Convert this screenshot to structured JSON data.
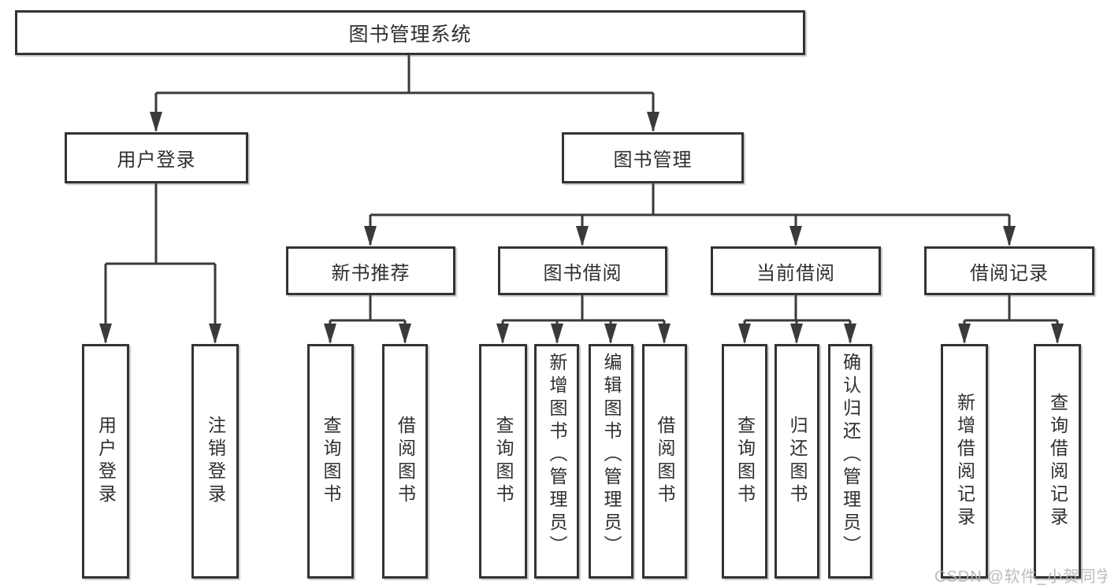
{
  "root": {
    "label": "图书管理系统"
  },
  "branches": [
    {
      "label": "用户登录",
      "children": [
        {
          "label": "用户登录"
        },
        {
          "label": "注销登录"
        }
      ]
    },
    {
      "label": "图书管理"
    }
  ],
  "modules": [
    {
      "label": "新书推荐",
      "children": [
        {
          "label": "查询图书"
        },
        {
          "label": "借阅图书"
        }
      ]
    },
    {
      "label": "图书借阅",
      "children": [
        {
          "label": "查询图书"
        },
        {
          "label": "新增图书（管理员）"
        },
        {
          "label": "编辑图书（管理员）"
        },
        {
          "label": "借阅图书"
        }
      ]
    },
    {
      "label": "当前借阅",
      "children": [
        {
          "label": "查询图书"
        },
        {
          "label": "归还图书"
        },
        {
          "label": "确认归还（管理员）"
        }
      ]
    },
    {
      "label": "借阅记录",
      "children": [
        {
          "label": "新增借阅记录"
        },
        {
          "label": "查询借阅记录"
        }
      ]
    }
  ],
  "watermark": {
    "text": "CSDN @软件_小贺同学"
  },
  "colors": {
    "line": "#3a3a3a",
    "border": "#333333",
    "text": "#2f2f2f",
    "watermark": "#b3b3b3",
    "background": "#ffffff"
  }
}
